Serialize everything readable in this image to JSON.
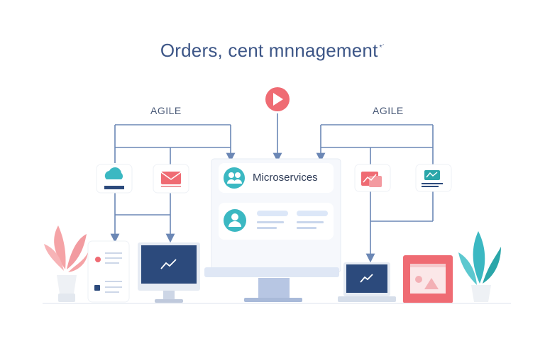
{
  "title": "Orders, cent mnnagement",
  "title_mark": "*´",
  "labels": {
    "left_group": "AGILE",
    "right_group": "AGILE",
    "center_card": "Microservices"
  },
  "colors": {
    "navy": "#2c4a7c",
    "teal": "#3bb8c2",
    "coral": "#ef6b73",
    "line": "#6b87b5",
    "light_blue": "#dce7f8",
    "gray": "#e7eaf0"
  },
  "icons": {
    "top": "play-icon",
    "left_1": "cloud-storage-icon",
    "left_2": "email-icon",
    "right_1": "chart-card-icon",
    "right_2": "chart-panel-icon",
    "center_1": "users-icon",
    "center_2": "user-icon"
  }
}
